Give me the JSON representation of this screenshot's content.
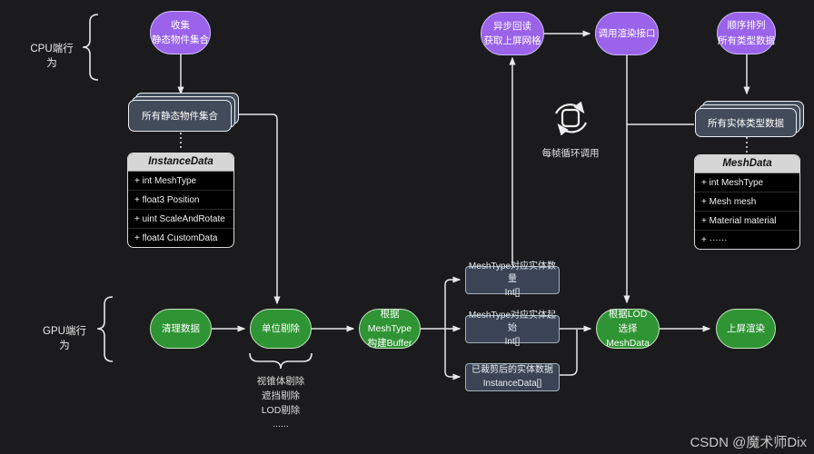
{
  "colors": {
    "background": "#1b1b1d",
    "cpu_node_fill": "#9a63ea",
    "cpu_node_border": "#cdb9f4",
    "gpu_node_fill": "#2f9434",
    "gpu_node_border": "#c6e3c2",
    "store_fill": "#414b5a",
    "store_border": "#e9edf2",
    "databox_fill": "#3b4454",
    "databox_border": "#9fb0bf",
    "class_header_fill": "#d6d6d6",
    "class_body_fill": "#000000",
    "connector": "#e8e8e8"
  },
  "labels": {
    "cpu_side": "CPU端行为",
    "gpu_side": "GPU端行为",
    "loop_caption": "每帧循环调用",
    "cull_notes": "视锥体剔除\n遮挡剔除\nLOD剔除\n......",
    "watermark": "CSDN @魔术师Dix"
  },
  "cpu_nodes": {
    "collect": "收集\n静态物件集合",
    "async_readback": "异步回读\n获取上屏网格",
    "call_render_api": "调用渲染接口",
    "sort_all_types": "顺序排列\n所有类型数据"
  },
  "gpu_nodes": {
    "clean_data": "清理数据",
    "unit_cull": "单位剔除",
    "build_buffer": "根据MeshType\n构建Buffer",
    "select_by_lod": "根据LOD\n选择MeshData",
    "screen_render": "上屏渲染"
  },
  "stores": {
    "static_objects": "所有静态物件集合",
    "entity_type_data": "所有实体类型数据",
    "count_per_meshtype": "MeshType对应实体数量\nInt[]",
    "start_per_meshtype": "MeshType对应实体起始\nInt[]",
    "culled_instances": "已裁剪后的实体数据\nInstanceData[]"
  },
  "classes": {
    "instance_data": {
      "title": "InstanceData",
      "fields": [
        "+ int MeshType",
        "+ float3 Position",
        "+ uint ScaleAndRotate",
        "+ float4 CustomData"
      ]
    },
    "mesh_data": {
      "title": "MeshData",
      "fields": [
        "+ int MeshType",
        "+ Mesh mesh",
        "+ Material material",
        "+ ······"
      ]
    }
  }
}
